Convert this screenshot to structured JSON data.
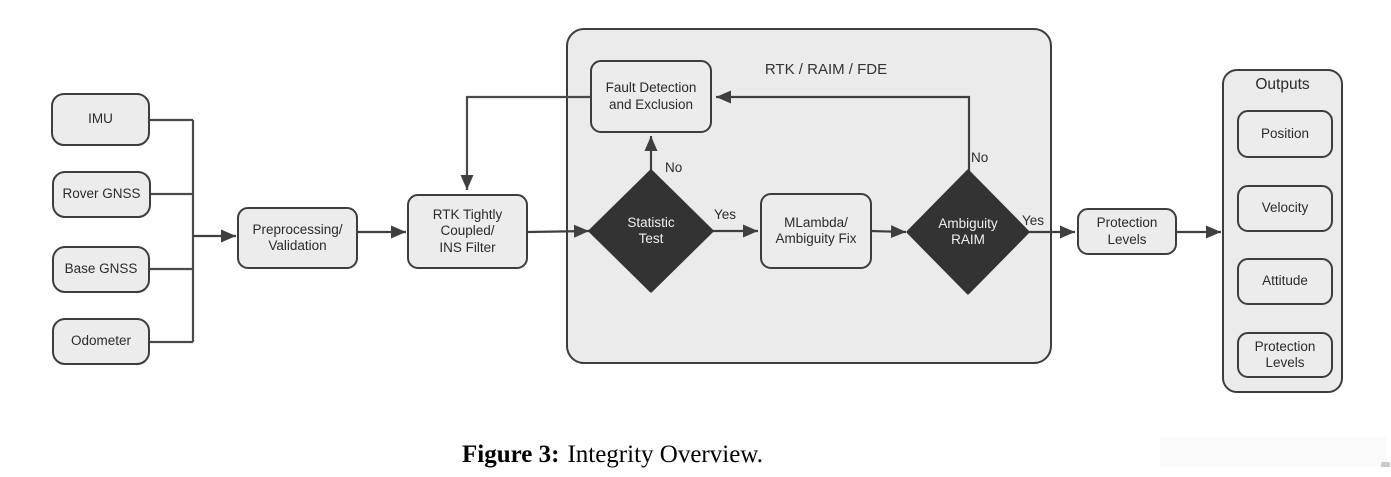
{
  "figure": {
    "caption_label": "Figure 3:",
    "caption_text": "Integrity Overview."
  },
  "colors": {
    "box_fill": "#ececec",
    "box_border": "#3d3d3d",
    "container_fill": "#ebebeb",
    "diamond_fill": "#333333",
    "diamond_text": "#efefef",
    "line": "#404040",
    "text": "#2b2b2b"
  },
  "diagram": {
    "sources": [
      {
        "label": "IMU"
      },
      {
        "label": "Rover GNSS"
      },
      {
        "label": "Base GNSS"
      },
      {
        "label": "Odometer"
      }
    ],
    "preprocessing": {
      "label": "Preprocessing/\nValidation"
    },
    "rtk_filter": {
      "label": "RTK Tightly\nCoupled/\nINS Filter"
    },
    "raim_container": {
      "title": "RTK / RAIM / FDE"
    },
    "fde": {
      "label": "Fault Detection\nand Exclusion"
    },
    "statistic_test": {
      "label": "Statistic\nTest",
      "no_label": "No",
      "yes_label": "Yes"
    },
    "mlambda": {
      "label": "MLambda/\nAmbiguity Fix"
    },
    "ambiguity_raim": {
      "label": "Ambiguity\nRAIM",
      "no_label": "No",
      "yes_label": "Yes"
    },
    "protection_levels": {
      "label": "Protection\nLevels"
    },
    "outputs": {
      "title": "Outputs",
      "items": [
        {
          "label": "Position"
        },
        {
          "label": "Velocity"
        },
        {
          "label": "Attitude"
        },
        {
          "label": "Protection\nLevels"
        }
      ]
    }
  }
}
